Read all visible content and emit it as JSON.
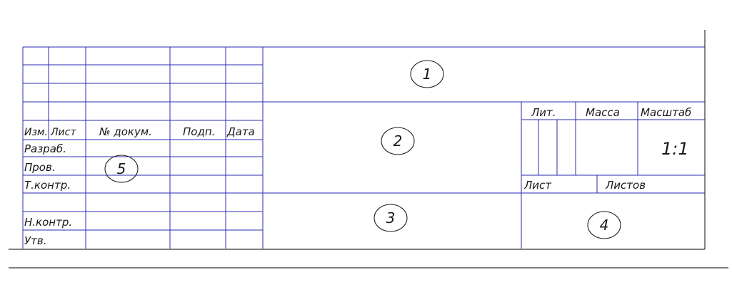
{
  "colors": {
    "grid_line": "#2b2bb0",
    "frame_line": "#333333",
    "text": "#1a1a1a"
  },
  "title_block": {
    "header": {
      "izm": "Изм.",
      "list": "Лист",
      "doc_no": "№ докум.",
      "sign": "Подп.",
      "date": "Дата"
    },
    "roles": {
      "developer": "Разраб.",
      "checker": "Пров.",
      "tech_control": "Т.контр.",
      "norm_control": "Н.контр.",
      "approver": "Утв."
    },
    "sheet_info": {
      "lit": "Лит.",
      "mass": "Масса",
      "scale": "Масштаб",
      "scale_value": "1:1",
      "sheet": "Лист",
      "sheets": "Листов"
    },
    "zones": [
      "1",
      "2",
      "3",
      "4",
      "5"
    ]
  }
}
